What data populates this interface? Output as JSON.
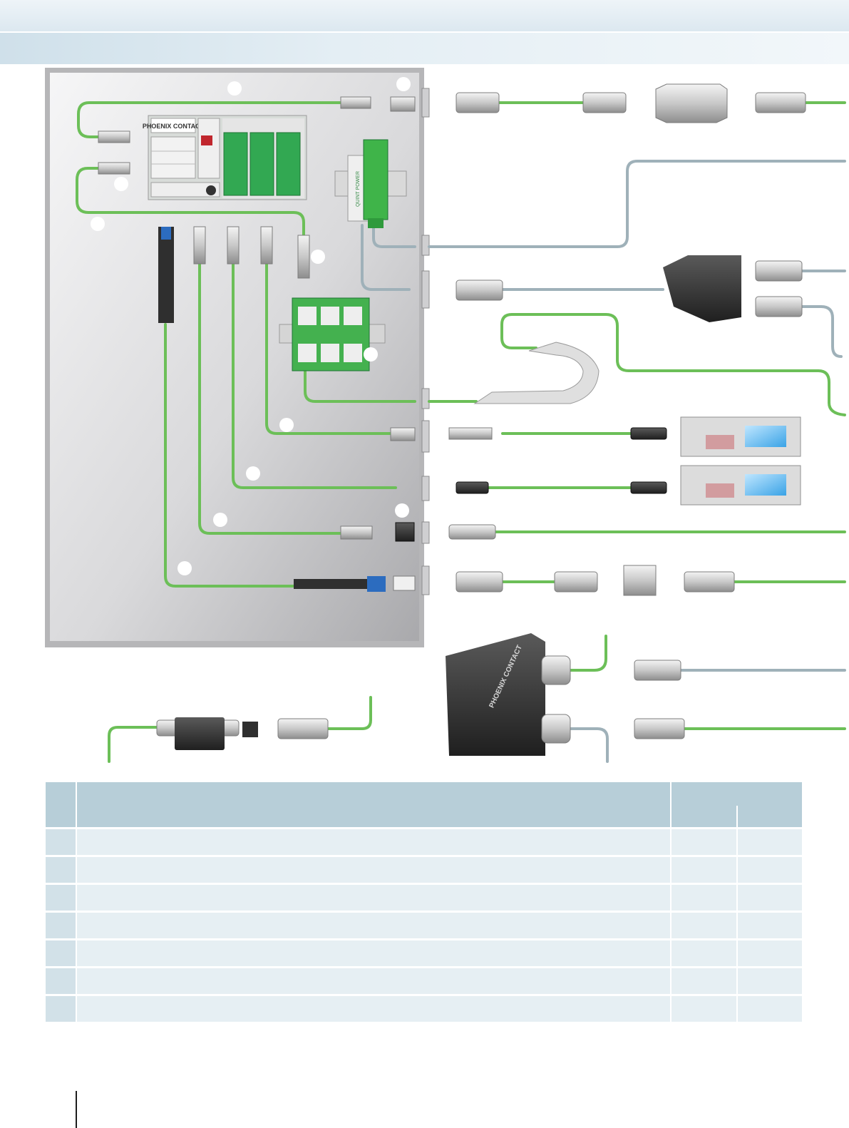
{
  "colors": {
    "cable_green": "#6cbf58",
    "cable_grey": "#9fb1b9",
    "cabinet": "#c9c9cb",
    "header_band": "#dce8f0",
    "table_header": "#b7ced8",
    "table_row": "#e6eff3"
  },
  "brand": {
    "controller_logo": "PHOENIX CONTACT",
    "field_device_logo": "PHOENIX CONTACT",
    "power_supply_label": "QUINT POWER"
  },
  "icons": [
    "rj45-connector-icon",
    "m12-connector-icon",
    "push-pull-connector-icon",
    "fiber-connector-icon",
    "patch-box-icon",
    "drag-chain-icon",
    "panel-display-icon",
    "device-box-icon"
  ],
  "table": {
    "rows": 7,
    "columns": 4
  }
}
